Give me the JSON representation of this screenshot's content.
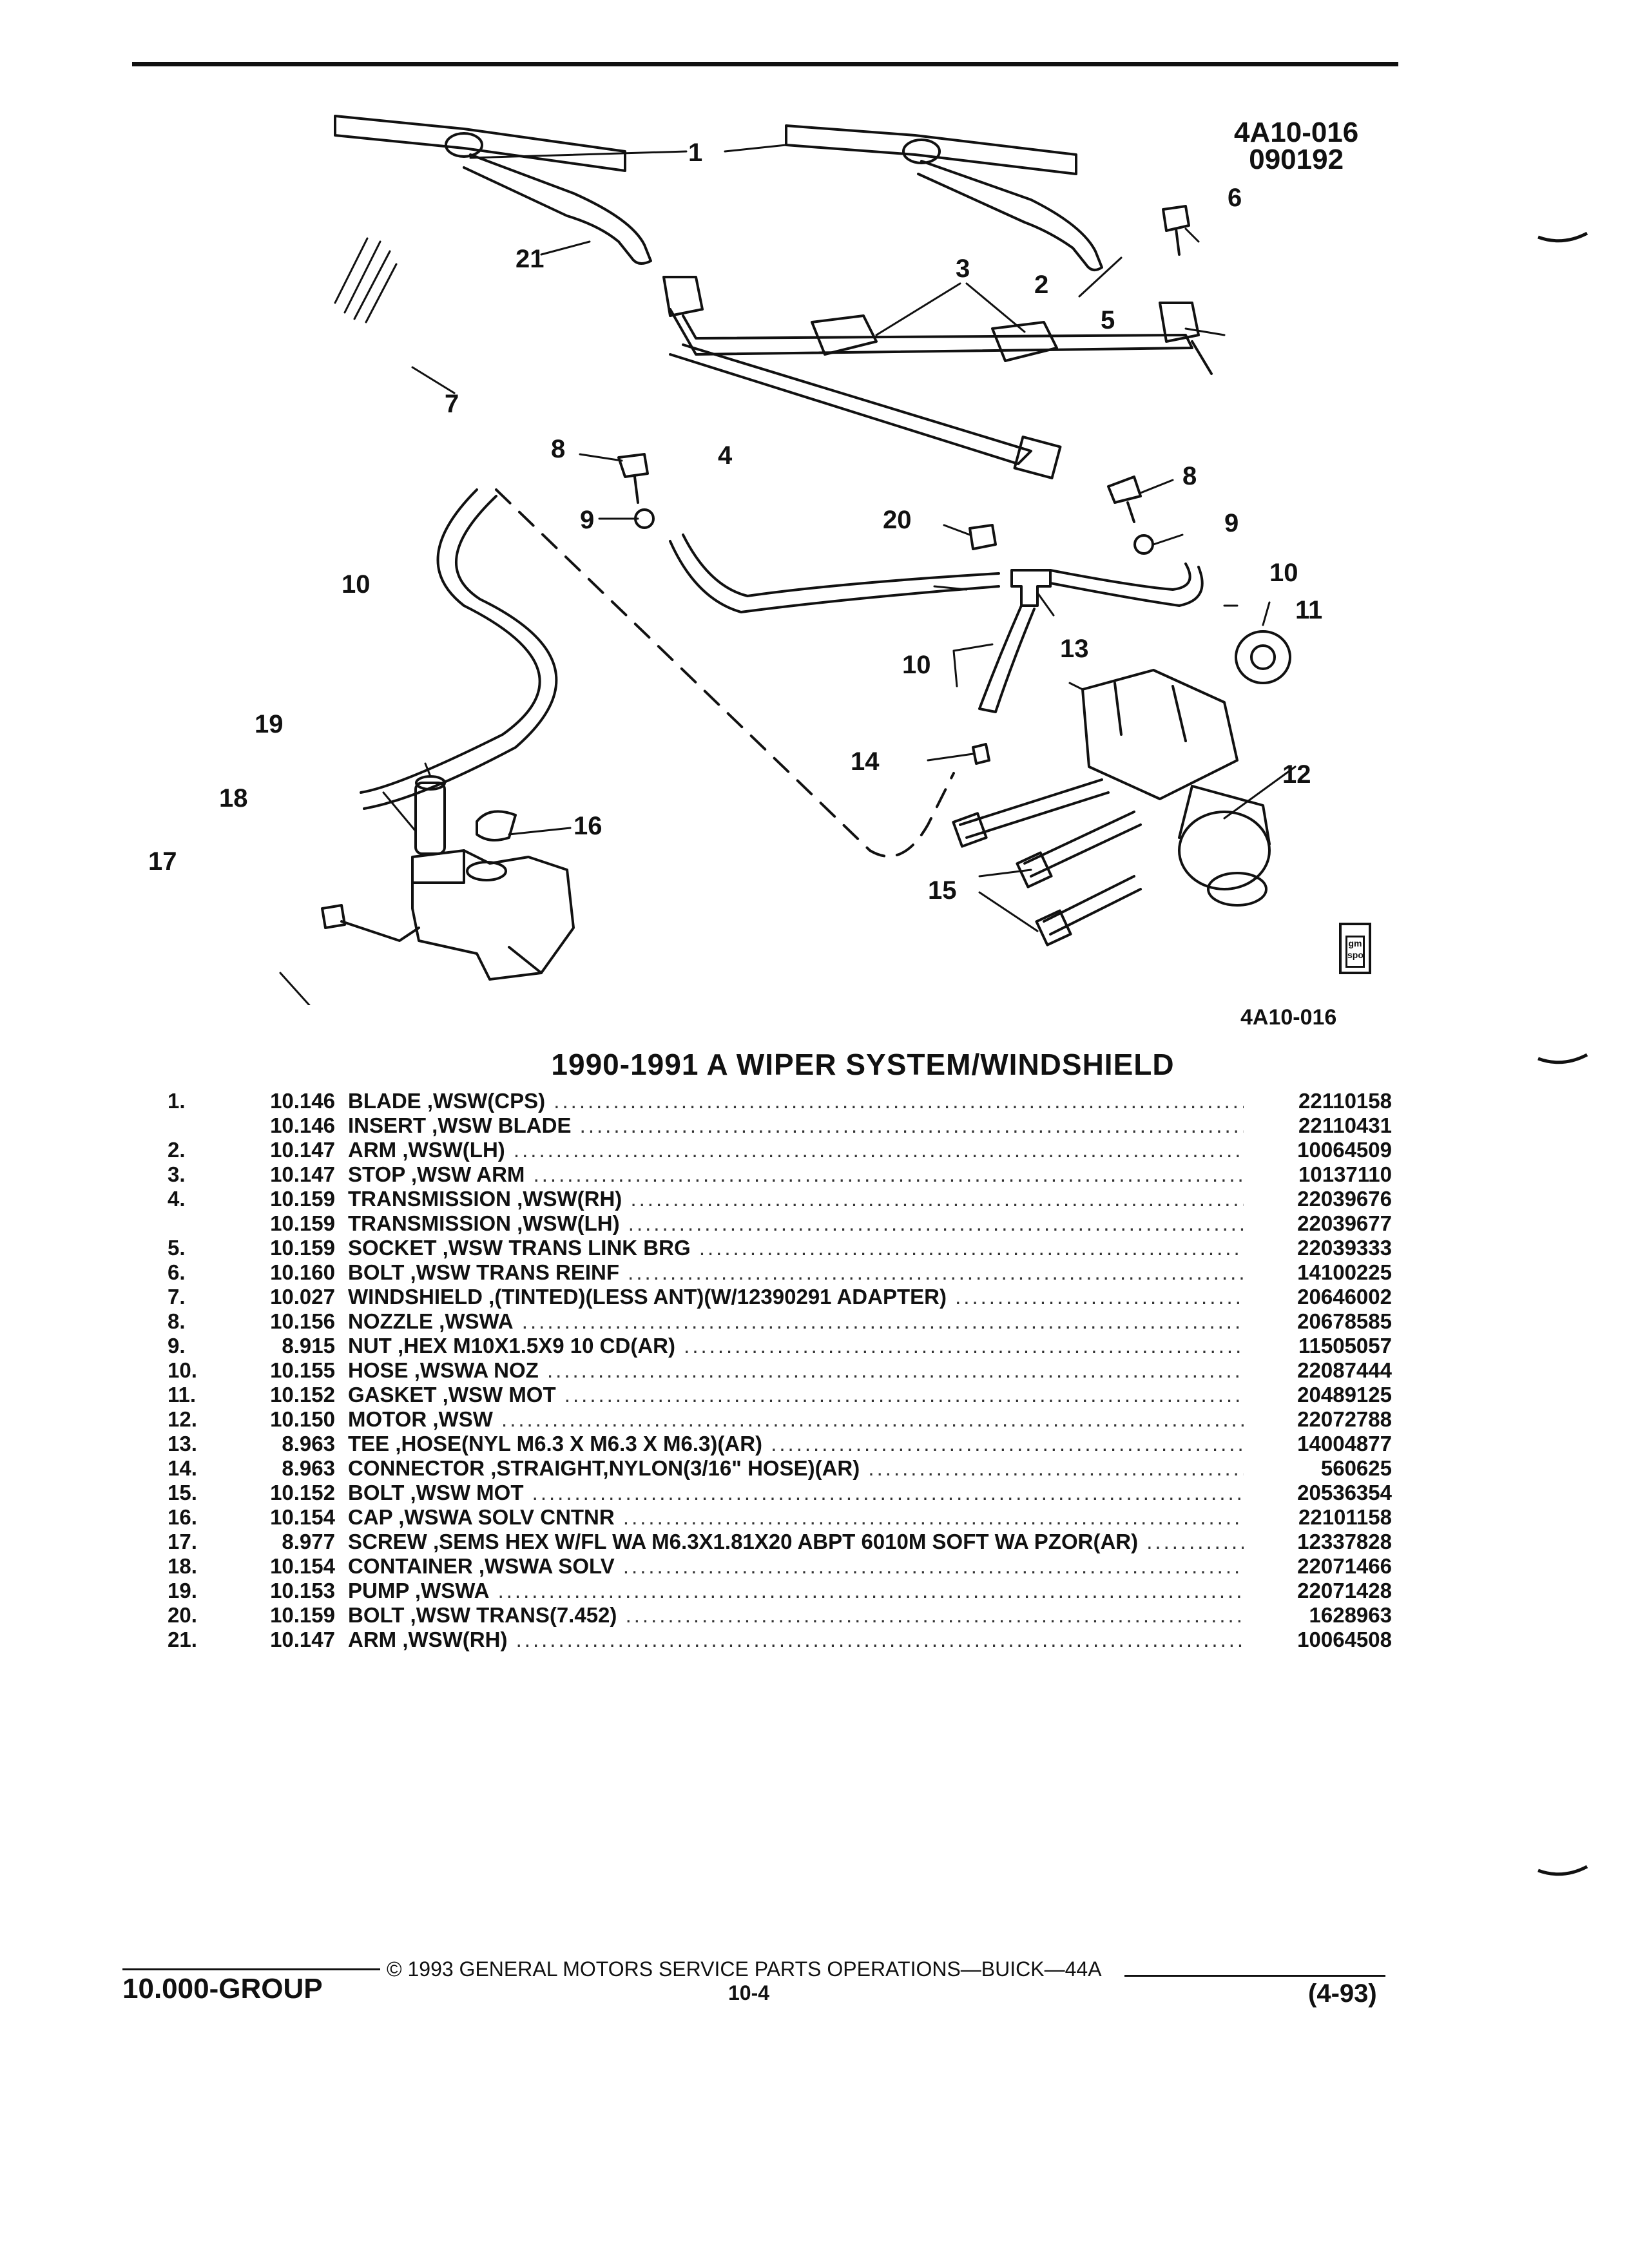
{
  "figure": {
    "id_line1": "4A10-016",
    "id_line2": "090192",
    "reference": "4A10-016",
    "logo_text": "gm spo"
  },
  "callouts": [
    "1",
    "2",
    "3",
    "4",
    "5",
    "6",
    "7",
    "8",
    "8",
    "9",
    "9",
    "10",
    "10",
    "10",
    "11",
    "12",
    "13",
    "14",
    "15",
    "16",
    "17",
    "18",
    "19",
    "20",
    "21"
  ],
  "title": "1990-1991 A WIPER SYSTEM/WINDSHIELD",
  "parts": [
    {
      "num": "1.",
      "ref": "10.146",
      "desc": "BLADE ,WSW(CPS)",
      "pn": "22110158"
    },
    {
      "num": "",
      "ref": "10.146",
      "desc": "INSERT ,WSW BLADE",
      "pn": "22110431"
    },
    {
      "num": "2.",
      "ref": "10.147",
      "desc": "ARM ,WSW(LH)",
      "pn": "10064509"
    },
    {
      "num": "3.",
      "ref": "10.147",
      "desc": "STOP ,WSW ARM",
      "pn": "10137110"
    },
    {
      "num": "4.",
      "ref": "10.159",
      "desc": "TRANSMISSION ,WSW(RH)",
      "pn": "22039676"
    },
    {
      "num": "",
      "ref": "10.159",
      "desc": "TRANSMISSION ,WSW(LH)",
      "pn": "22039677"
    },
    {
      "num": "5.",
      "ref": "10.159",
      "desc": "SOCKET ,WSW TRANS LINK BRG",
      "pn": "22039333"
    },
    {
      "num": "6.",
      "ref": "10.160",
      "desc": "BOLT ,WSW TRANS REINF",
      "pn": "14100225"
    },
    {
      "num": "7.",
      "ref": "10.027",
      "desc": "WINDSHIELD ,(TINTED)(LESS ANT)(W/12390291 ADAPTER)",
      "pn": "20646002"
    },
    {
      "num": "8.",
      "ref": "10.156",
      "desc": "NOZZLE ,WSWA",
      "pn": "20678585"
    },
    {
      "num": "9.",
      "ref": "8.915",
      "desc": "NUT ,HEX M10X1.5X9 10 CD(AR)",
      "pn": "11505057"
    },
    {
      "num": "10.",
      "ref": "10.155",
      "desc": "HOSE ,WSWA NOZ",
      "pn": "22087444"
    },
    {
      "num": "11.",
      "ref": "10.152",
      "desc": "GASKET ,WSW MOT",
      "pn": "20489125"
    },
    {
      "num": "12.",
      "ref": "10.150",
      "desc": "MOTOR ,WSW",
      "pn": "22072788"
    },
    {
      "num": "13.",
      "ref": "8.963",
      "desc": "TEE ,HOSE(NYL M6.3 X M6.3 X M6.3)(AR)",
      "pn": "14004877"
    },
    {
      "num": "14.",
      "ref": "8.963",
      "desc": "CONNECTOR ,STRAIGHT,NYLON(3/16\" HOSE)(AR)",
      "pn": "560625"
    },
    {
      "num": "15.",
      "ref": "10.152",
      "desc": "BOLT ,WSW MOT",
      "pn": "20536354"
    },
    {
      "num": "16.",
      "ref": "10.154",
      "desc": "CAP ,WSWA SOLV CNTNR",
      "pn": "22101158"
    },
    {
      "num": "17.",
      "ref": "8.977",
      "desc": "SCREW ,SEMS HEX W/FL WA M6.3X1.81X20 ABPT 6010M SOFT WA PZOR(AR)",
      "pn": "12337828"
    },
    {
      "num": "18.",
      "ref": "10.154",
      "desc": "CONTAINER ,WSWA SOLV",
      "pn": "22071466"
    },
    {
      "num": "19.",
      "ref": "10.153",
      "desc": "PUMP ,WSWA",
      "pn": "22071428"
    },
    {
      "num": "20.",
      "ref": "10.159",
      "desc": "BOLT ,WSW TRANS(7.452)",
      "pn": "1628963"
    },
    {
      "num": "21.",
      "ref": "10.147",
      "desc": "ARM ,WSW(RH)",
      "pn": "10064508"
    }
  ],
  "footer": {
    "copyright": "© 1993 GENERAL MOTORS SERVICE PARTS OPERATIONS—BUICK—44A",
    "group": "10.000-GROUP",
    "page": "10-4",
    "date": "(4-93)"
  }
}
